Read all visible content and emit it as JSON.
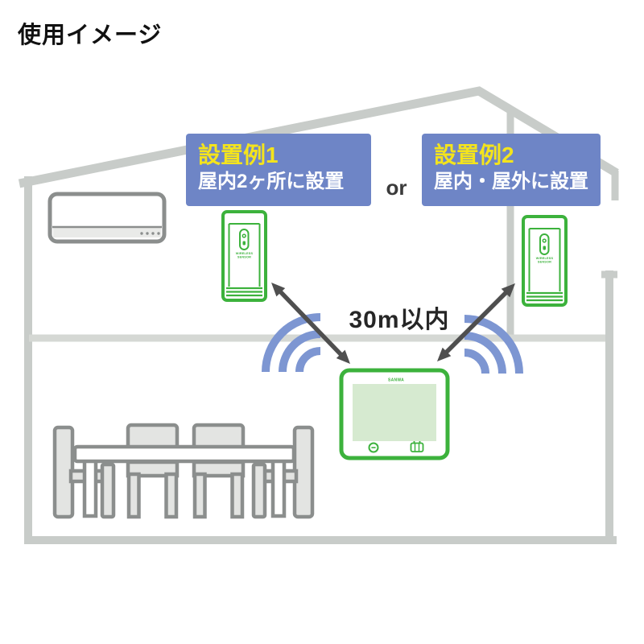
{
  "title": "使用イメージ",
  "examples": [
    {
      "heading": "設置例1",
      "description": "屋内2ヶ所に設置"
    },
    {
      "heading": "設置例2",
      "description": "屋内・屋外に設置"
    }
  ],
  "connector_label": "or",
  "range_label": "30m以内",
  "sensor_device": {
    "label_line1": "WIRELESS",
    "label_line2": "SENSOR"
  },
  "monitor_device": {
    "brand": "SANWA"
  },
  "icons": {
    "sensor_lens": "motion-sensor-lens-icon",
    "wifi_left": "wifi-signal-icon",
    "wifi_right": "wifi-signal-icon",
    "monitor_clock": "clock-icon",
    "monitor_speaker": "speaker-grille-icon",
    "range_arrows": "double-arrow-icon"
  },
  "colors": {
    "house_outline": "#c8ccc9",
    "floor_line": "#d5d8d4",
    "device_green": "#3cb23c",
    "screen_green": "#d6ead0",
    "label_box_blue": "#6e85c6",
    "heading_yellow": "#f4e41c",
    "signal_blue": "#7d96d2",
    "arrow_gray": "#4f4f4f",
    "furniture_gray": "#8b8e8d",
    "furniture_fill": "#e3e4e2"
  }
}
